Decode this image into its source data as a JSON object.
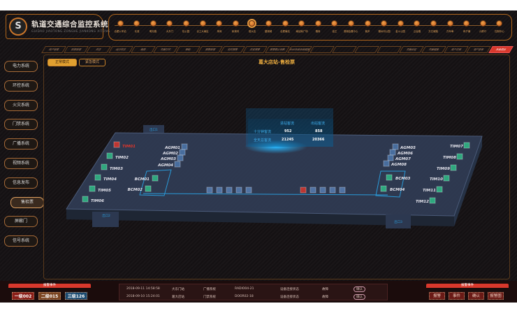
{
  "header": {
    "title": "轨道交通综合监控系统",
    "subtitle": "GUIDAO JIAOTONG ZONGHE JIANKONG XITONG",
    "logo": "S"
  },
  "stations": [
    "合肥火车站",
    "长淮",
    "明光路",
    "大东门",
    "包公园",
    "合工大南区",
    "朱岗",
    "秋浦河",
    "葛大店",
    "望湖城",
    "合肥南站",
    "南站南广场",
    "骆岗",
    "高王",
    "滨湖会展中心",
    "紫庐",
    "徽州河公园",
    "金斗公园",
    "云谷路",
    "万达城路",
    "万年埠",
    "丙子铺",
    "九联圩",
    "控制中心"
  ],
  "current_station_index": 8,
  "tabs": [
    "用户管理",
    "权限管理",
    "日志",
    "运行日志",
    "趋势",
    "页面打印",
    "帮助",
    "报警管理",
    "实时报警",
    "历史报警",
    "报警禁止列表",
    "BAS系统系统链接",
    "",
    "",
    "",
    "",
    "页面设定",
    "页面链接",
    "用户注销",
    "用户登录",
    "系统退出"
  ],
  "sidebar": [
    "电力系统",
    "环控系统",
    "火灾系统",
    "门禁系统",
    "广播系统",
    "视频系统",
    "信息发布",
    "售检票",
    "屏蔽门",
    "信号系统"
  ],
  "sidebar_active": "售检票",
  "modes": {
    "normal": "正常模式",
    "emergency": "紧急模式"
  },
  "page_title": "葛大店站-售检票",
  "stats": {
    "col1": "进站客流",
    "col2": "出站客流",
    "row1": "十分钟客流",
    "row2": "全天总客流",
    "in_10min": "952",
    "out_10min": "858",
    "in_day": "21245",
    "out_day": "20366"
  },
  "exits": [
    "出口1",
    "出口2",
    "出口3"
  ],
  "devices": {
    "tim_left": [
      "TIM01",
      "TIM02",
      "TIM03",
      "TIM04",
      "TIM05",
      "TIM06"
    ],
    "tim_right": [
      "TIM07",
      "TIM08",
      "TIM09",
      "TIM10",
      "TIM11",
      "TIM12"
    ],
    "agm_left": [
      "AGM01",
      "AGM02",
      "AGM03",
      "AGM04"
    ],
    "agm_right": [
      "AGM05",
      "AGM06",
      "AGM07",
      "AGM08"
    ],
    "bcm_left": [
      "BCM01",
      "BCM02"
    ],
    "bcm_right": [
      "BCM03",
      "BCM04"
    ]
  },
  "alarm_left": {
    "title": "报警事件",
    "lv1": "一级002",
    "lv2": "二级015",
    "lv3": "三级126"
  },
  "events": [
    {
      "time": "2018-09-11 14:58:58",
      "station": "大东门站",
      "system": "广播系统",
      "device": "RADIO04-21",
      "desc": "设备连接状态",
      "state": "故障",
      "action": "确认"
    },
    {
      "time": "2018-09-10 15:24:01",
      "station": "葛大店站",
      "system": "门禁系统",
      "device": "DOOR02-18",
      "desc": "设备连接状态",
      "state": "故障",
      "action": "确认"
    }
  ],
  "alarm_right": {
    "title": "报警事件",
    "buttons": [
      "报警",
      "事件",
      "确认",
      "报警图"
    ]
  },
  "colors": {
    "accent": "#c9752a",
    "alarm": "#d8382c",
    "device_ok": "#2fc38a",
    "device_fault": "#e0362a",
    "flow": "#3fb0f0"
  }
}
